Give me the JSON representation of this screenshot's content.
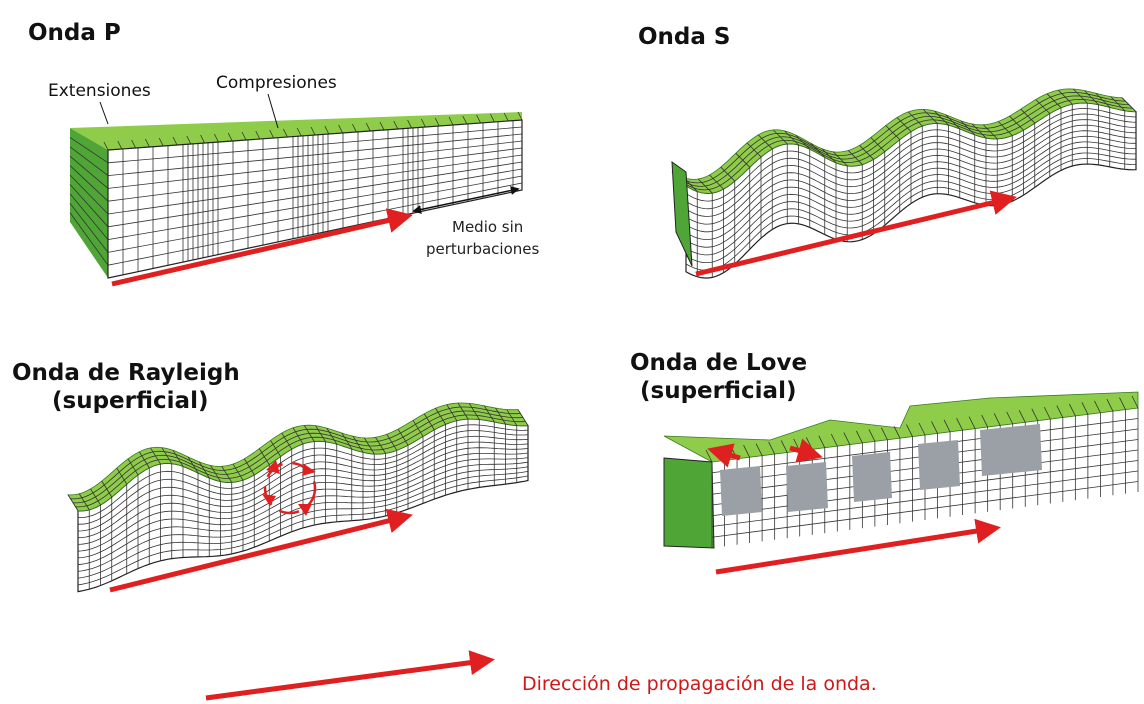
{
  "panels": {
    "p": {
      "title": "Onda P",
      "label_extensions": "Extensiones",
      "label_compressions": "Compresiones",
      "label_undisturbed_1": "Medio sin",
      "label_undisturbed_2": "perturbaciones"
    },
    "s": {
      "title": "Onda S"
    },
    "rayleigh": {
      "title_1": "Onda de Rayleigh",
      "title_2": "(superficial)"
    },
    "love": {
      "title_1": "Onda de Love",
      "title_2": "(superficial)"
    }
  },
  "legend": {
    "text": "Dirección de propagación de la onda."
  },
  "colors": {
    "green_top": "#8fcc4a",
    "green_side": "#4fa637",
    "grid": "#333333",
    "arrow": "#e02020",
    "legend_text": "#d01818"
  }
}
